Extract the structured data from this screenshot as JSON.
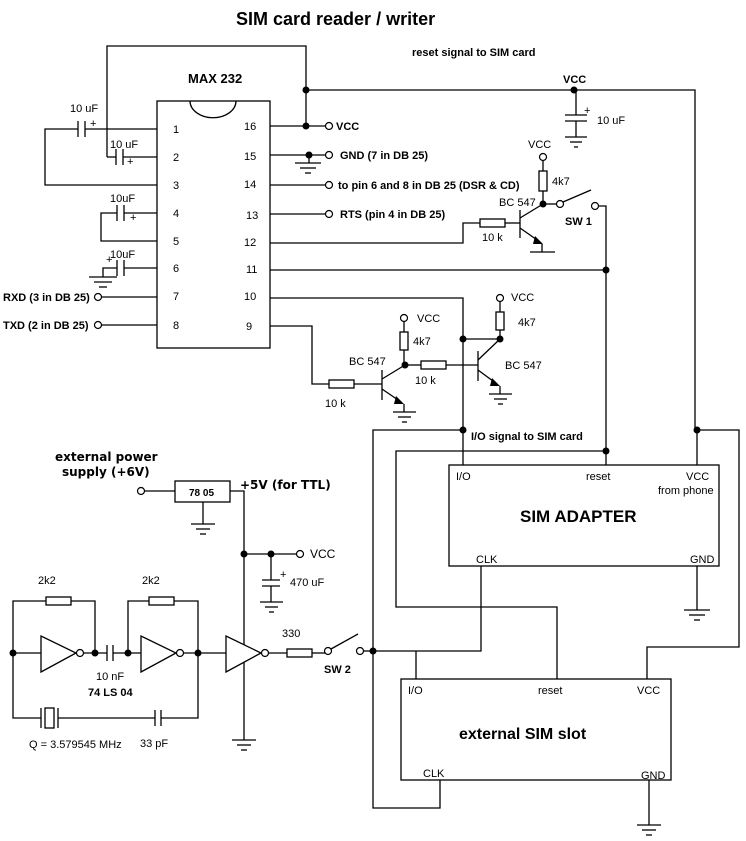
{
  "title": "SIM card reader / writer",
  "labels": {
    "reset_signal": "reset signal to SIM card",
    "io_signal": "I/O signal to SIM card",
    "vcc": "VCC",
    "ext_power_line1": "external power",
    "ext_power_line2": "supply (+6V)",
    "plus5v": "+5V (for TTL)",
    "plus": "+"
  },
  "max232": {
    "name": "MAX 232",
    "left_pins": [
      "1",
      "2",
      "3",
      "4",
      "5",
      "6",
      "7",
      "8"
    ],
    "right_pins": [
      "16",
      "15",
      "14",
      "13",
      "12",
      "11",
      "10",
      "9"
    ]
  },
  "connections": {
    "vcc": "VCC",
    "gnd": "GND (7 in DB 25)",
    "pin14": "to pin 6 and 8 in DB 25 (DSR & CD)",
    "rts": "RTS (pin 4 in DB 25)",
    "rxd": "RXD (3 in DB 25)",
    "txd": "TXD (2 in DB 25)"
  },
  "components": {
    "c_10uf_a": "10 uF",
    "c_10uf_b": "10 uF",
    "c_10uf_c": "10uF",
    "c_10uf_d": "10uF",
    "c_10uf_vcc": "10 uF",
    "r_4k7_1": "4k7",
    "r_4k7_2": "4k7",
    "r_4k7_3": "4k7",
    "r_10k_1": "10 k",
    "r_10k_2": "10 k",
    "r_10k_3": "10 k",
    "t1": "BC 547",
    "t2": "BC 547",
    "t3": "BC 547",
    "sw1": "SW 1",
    "sw2": "SW 2",
    "regulator": "78 05",
    "c_470uf": "470 uF",
    "r_2k2_1": "2k2",
    "r_2k2_2": "2k2",
    "c_10nf": "10 nF",
    "ic_74ls04": "74 LS 04",
    "crystal": "Q = 3.579545 MHz",
    "c_33pf": "33 pF",
    "r_330": "330"
  },
  "sim_adapter": {
    "title": "SIM ADAPTER",
    "io": "I/O",
    "reset": "reset",
    "vcc": "VCC",
    "vcc_note": "from phone",
    "clk": "CLK",
    "gnd": "GND"
  },
  "ext_sim_slot": {
    "title": "external SIM slot",
    "io": "I/O",
    "reset": "reset",
    "vcc": "VCC",
    "clk": "CLK",
    "gnd": "GND"
  }
}
